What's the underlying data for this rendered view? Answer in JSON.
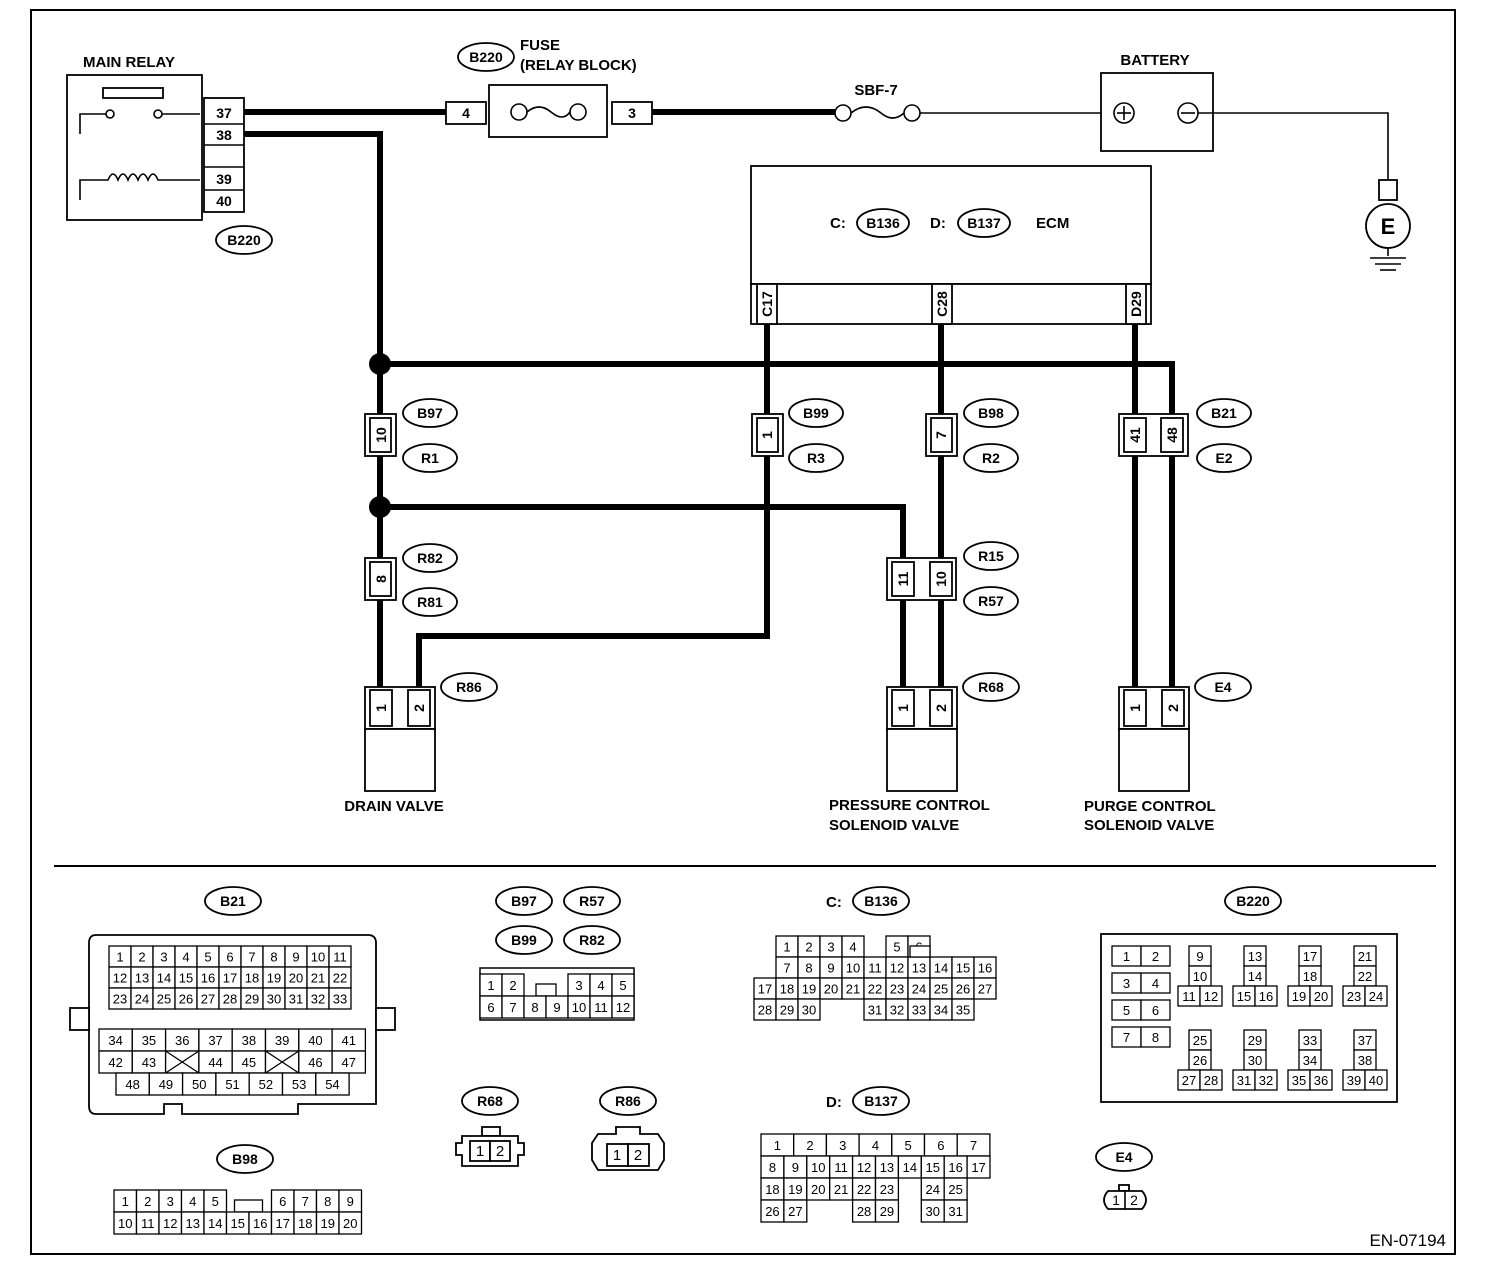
{
  "diagram": {
    "figure_id": "EN-07194",
    "components": {
      "main_relay": "MAIN RELAY",
      "fuse_line1": "FUSE",
      "fuse_line2": "(RELAY BLOCK)",
      "sbf": "SBF-7",
      "battery": "BATTERY",
      "ecm": "ECM",
      "ecm_c_prefix": "C:",
      "ecm_d_prefix": "D:",
      "ground": "E",
      "drain_valve": "DRAIN VALVE",
      "pcsv_line1": "PRESSURE CONTROL",
      "pcsv_line2": "SOLENOID VALVE",
      "purge_line1": "PURGE CONTROL",
      "purge_line2": "SOLENOID VALVE"
    },
    "connector_labels": [
      "B220",
      "B220",
      "B136",
      "B137",
      "B97",
      "R1",
      "B99",
      "R3",
      "B98",
      "R2",
      "B21",
      "E2",
      "R82",
      "R81",
      "R15",
      "R57",
      "R86",
      "R68",
      "E4"
    ],
    "relay_pins": [
      "37",
      "38",
      "39",
      "40"
    ],
    "fuse_pins": [
      "4",
      "3"
    ],
    "ecm_pins": [
      "C17",
      "C28",
      "D29"
    ],
    "junction_pins": [
      "10",
      "1",
      "7",
      "41",
      "48",
      "8",
      "11",
      "10"
    ],
    "valve_pins": [
      "1",
      "2"
    ]
  },
  "connector_faces": {
    "b21": {
      "label": "B21",
      "upper": [
        [
          "1",
          "2",
          "3",
          "4",
          "5",
          "6",
          "7",
          "8",
          "9",
          "10",
          "11"
        ],
        [
          "12",
          "13",
          "14",
          "15",
          "16",
          "17",
          "18",
          "19",
          "20",
          "21",
          "22"
        ],
        [
          "23",
          "24",
          "25",
          "26",
          "27",
          "28",
          "29",
          "30",
          "31",
          "32",
          "33"
        ]
      ],
      "lower": [
        [
          "34",
          "35",
          "36",
          "37",
          "38",
          "39",
          "40",
          "41"
        ],
        [
          "42",
          "43",
          "",
          "44",
          "45",
          "",
          "46",
          "47"
        ],
        [
          "48",
          "49",
          "50",
          "51",
          "52",
          "53",
          "54"
        ]
      ]
    },
    "b98": {
      "label": "B98",
      "row1": [
        "1",
        "2",
        "3",
        "4",
        "5",
        "",
        "6",
        "7",
        "8",
        "9"
      ],
      "row2": [
        "10",
        "11",
        "12",
        "13",
        "14",
        "15",
        "16",
        "17",
        "18",
        "19",
        "20"
      ]
    },
    "b97": {
      "labels": [
        "B97",
        "R57",
        "B99",
        "R82"
      ],
      "row1": [
        "1",
        "2",
        "",
        "",
        "3",
        "4",
        "5"
      ],
      "row2": [
        "6",
        "7",
        "8",
        "9",
        "10",
        "11",
        "12"
      ]
    },
    "r68": {
      "label": "R68",
      "pins": [
        "1",
        "2"
      ]
    },
    "r86": {
      "label": "R86",
      "pins": [
        "1",
        "2"
      ]
    },
    "b136": {
      "prefix": "C:",
      "label": "B136",
      "rows": [
        [
          "",
          "1",
          "2",
          "3",
          "4",
          "",
          "5",
          "6"
        ],
        [
          "",
          "7",
          "8",
          "9",
          "10",
          "11",
          "12",
          "13",
          "14",
          "15",
          "16"
        ],
        [
          "17",
          "18",
          "19",
          "20",
          "21",
          "22",
          "23",
          "24",
          "25",
          "26",
          "27"
        ],
        [
          "28",
          "29",
          "30",
          "",
          "",
          "31",
          "32",
          "33",
          "34",
          "35"
        ]
      ]
    },
    "b137": {
      "prefix": "D:",
      "label": "B137",
      "row1": [
        "1",
        "2",
        "3",
        "4",
        "5",
        "6",
        "7"
      ],
      "rows": [
        [
          "8",
          "9",
          "10",
          "11",
          "12",
          "13",
          "14",
          "15",
          "16",
          "17"
        ],
        [
          "18",
          "19",
          "20",
          "21",
          "22",
          "23",
          "",
          "24",
          "25"
        ],
        [
          "26",
          "27",
          "",
          "",
          "28",
          "29",
          "",
          "30",
          "31"
        ]
      ]
    },
    "b220": {
      "label": "B220"
    },
    "e4": {
      "label": "E4",
      "pins": [
        "1",
        "2"
      ]
    }
  }
}
